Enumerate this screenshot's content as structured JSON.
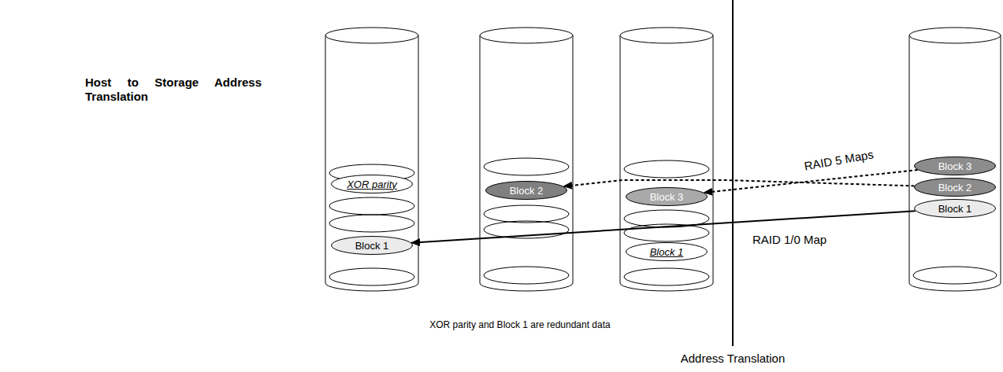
{
  "diagram": {
    "title": "Host to Storage Address Translation",
    "nodes": [
      {
        "text": [
          "XOR parity"
        ]
      },
      {
        "text": [
          "Block 1"
        ]
      },
      {
        "text": [
          "Block 2"
        ]
      },
      {
        "text": [
          "Block 3"
        ]
      },
      {
        "text": [
          "Block 1"
        ]
      },
      {
        "text": [
          "Block 3"
        ]
      },
      {
        "text": [
          "Block 2"
        ]
      },
      {
        "text": [
          "Block 1"
        ]
      }
    ],
    "edges": [
      {
        "from": 5,
        "to": 3,
        "arrow": "to",
        "label": "RAID 5 Maps"
      },
      {
        "from": 6,
        "to": 2,
        "arrow": "to"
      },
      {
        "from": 7,
        "to": 1,
        "arrow": "to",
        "label": "RAID 1/0 Map"
      }
    ],
    "labels": [
      "XOR parity and Block 1 are redundant data",
      "Address Translation"
    ]
  }
}
